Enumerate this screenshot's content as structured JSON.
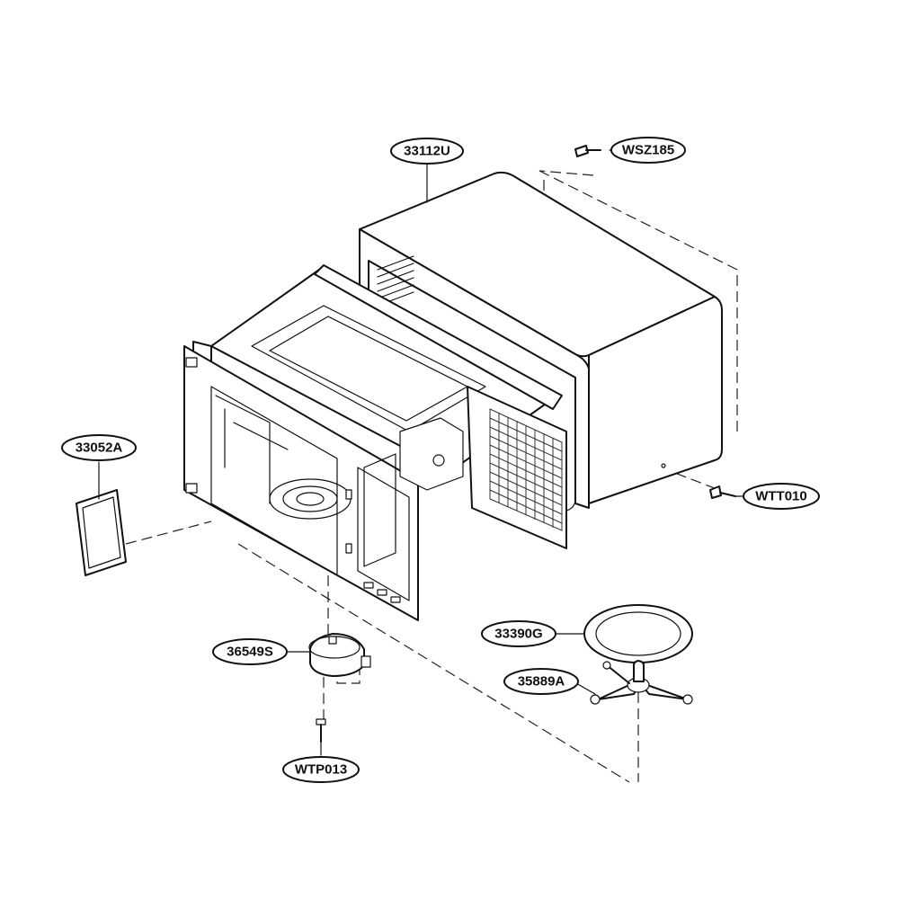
{
  "part_labels": {
    "cabinet": "33112U",
    "cabinet_screw_top": "WSZ185",
    "cabinet_screw_side": "WTT010",
    "waveguide_cover": "33052A",
    "turntable_motor": "36549S",
    "motor_screw": "WTP013",
    "glass_tray": "33390G",
    "roller_guide": "35889A"
  }
}
